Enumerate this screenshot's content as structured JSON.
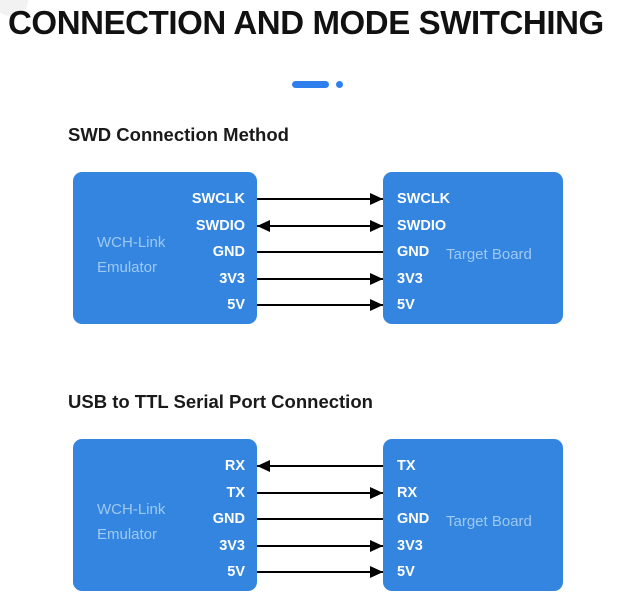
{
  "page": {
    "title": "CONNECTION AND MODE SWITCHING",
    "accent_color": "#2f80ed",
    "board_color": "#3385e0",
    "watermark_color": "#9ec9f0",
    "wire_color": "#000000",
    "background_color": "#ffffff"
  },
  "pagination": {
    "active_indicator": "",
    "inactive_indicator": "",
    "total": 2,
    "current": 1
  },
  "sections": [
    {
      "title": "SWD Connection Method",
      "left_board": {
        "watermark": "WCH-Link Emulator",
        "pins": [
          "SWCLK",
          "SWDIO",
          "GND",
          "3V3",
          "5V"
        ]
      },
      "right_board": {
        "watermark": "Target Board",
        "pins": [
          "SWCLK",
          "SWDIO",
          "GND",
          "3V3",
          "5V"
        ]
      },
      "wires": [
        {
          "from": "SWCLK",
          "to": "SWCLK",
          "direction": "right"
        },
        {
          "from": "SWDIO",
          "to": "SWDIO",
          "direction": "both"
        },
        {
          "from": "GND",
          "to": "GND",
          "direction": "none"
        },
        {
          "from": "3V3",
          "to": "3V3",
          "direction": "right"
        },
        {
          "from": "5V",
          "to": "5V",
          "direction": "right"
        }
      ]
    },
    {
      "title": "USB to TTL Serial Port Connection",
      "left_board": {
        "watermark": "WCH-Link Emulator",
        "pins": [
          "RX",
          "TX",
          "GND",
          "3V3",
          "5V"
        ]
      },
      "right_board": {
        "watermark": "Target Board",
        "pins": [
          "TX",
          "RX",
          "GND",
          "3V3",
          "5V"
        ]
      },
      "wires": [
        {
          "from": "RX",
          "to": "TX",
          "direction": "left"
        },
        {
          "from": "TX",
          "to": "RX",
          "direction": "right"
        },
        {
          "from": "GND",
          "to": "GND",
          "direction": "none"
        },
        {
          "from": "3V3",
          "to": "3V3",
          "direction": "right"
        },
        {
          "from": "5V",
          "to": "5V",
          "direction": "right"
        }
      ]
    }
  ]
}
